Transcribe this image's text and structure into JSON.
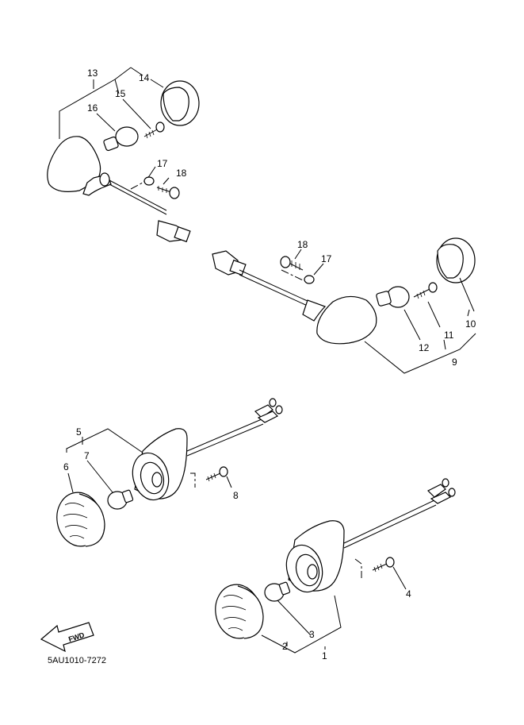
{
  "callouts": {
    "c1": "1",
    "c2": "2",
    "c3": "3",
    "c4": "4",
    "c5": "5",
    "c6": "6",
    "c7": "7",
    "c8": "8",
    "c9": "9",
    "c10": "10",
    "c11": "11",
    "c12": "12",
    "c13": "13",
    "c14": "14",
    "c15": "15",
    "c16": "16",
    "c17a": "17",
    "c18a": "18",
    "c17b": "17",
    "c18b": "18"
  },
  "fwd_label": "FWD",
  "diagram_code": "5AU1010-7272"
}
